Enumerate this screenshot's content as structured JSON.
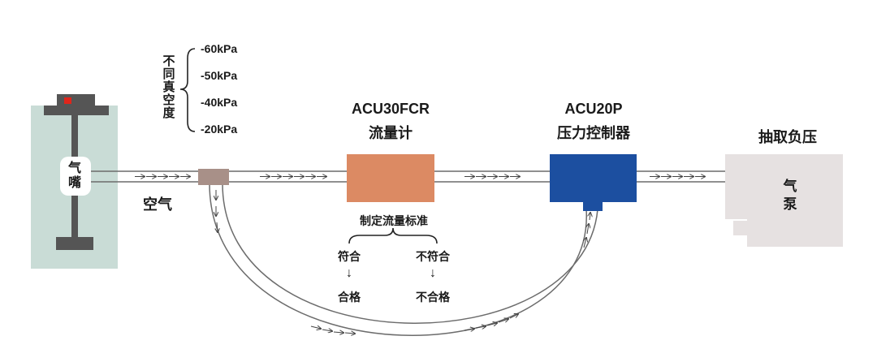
{
  "colors": {
    "nozzle_block": "#c9dcd6",
    "nozzle_bar": "#555555",
    "nozzle_red": "#e0251b",
    "pipe_stroke": "#6c6c6c",
    "arrow": "#444444",
    "connector": "#a89088",
    "flowmeter": "#dc8a63",
    "controller": "#1c4fa0",
    "pump": "#e6e1e1"
  },
  "labels": {
    "nozzle": [
      "气",
      "嘴"
    ],
    "air": "空气",
    "vacuum_vertical": [
      "不",
      "同",
      "真",
      "空",
      "度"
    ],
    "pressures": [
      "-60kPa",
      "-50kPa",
      "-40kPa",
      "-20kPa"
    ],
    "flowmeter_model": "ACU30FCR",
    "flowmeter_name": "流量计",
    "controller_model": "ACU20P",
    "controller_name": "压力控制器",
    "pump_title": "抽取负压",
    "pump": [
      "气",
      "泵"
    ],
    "standard": "制定流量标准",
    "meets": "符合",
    "not_meets": "不符合",
    "arrow_glyph": "↓",
    "qualified": "合格",
    "unqualified": "不合格"
  }
}
